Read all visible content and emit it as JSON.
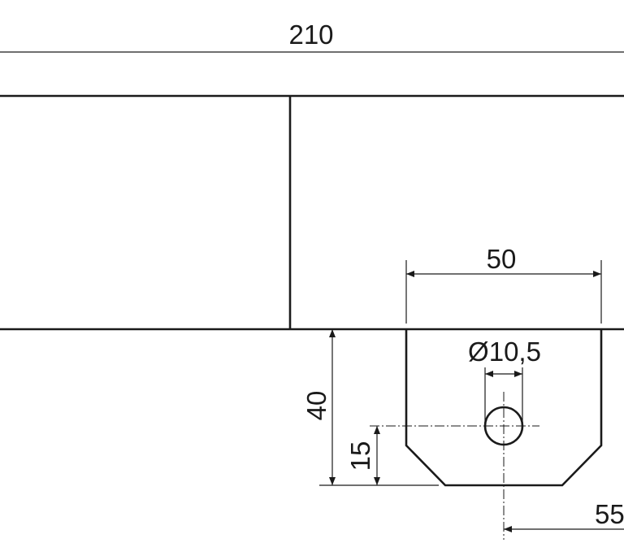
{
  "dimensions": {
    "overall_width": "210",
    "plate_width": "50",
    "hole_diameter": "Ø10,5",
    "height": "40",
    "hole_height": "15",
    "offset": "55"
  }
}
